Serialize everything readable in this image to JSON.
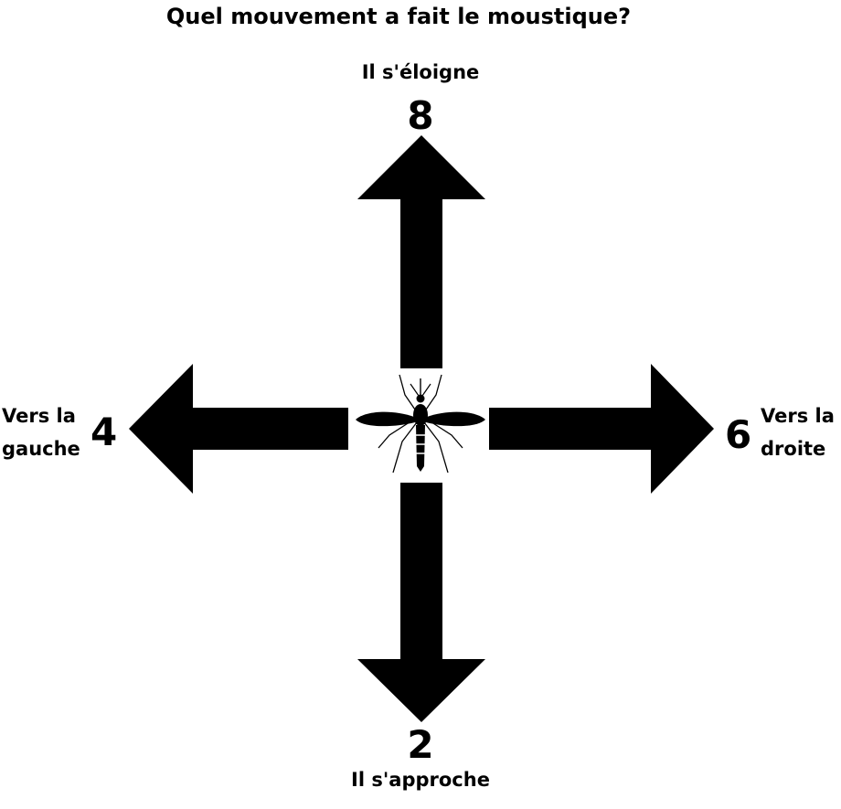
{
  "title": "Quel mouvement a fait le moustique?",
  "directions": {
    "up": {
      "number": "8",
      "label": "Il s'éloigne"
    },
    "down": {
      "number": "2",
      "label": "Il s'approche"
    },
    "left": {
      "number": "4",
      "label_line1": "Vers la",
      "label_line2": "gauche"
    },
    "right": {
      "number": "6",
      "label_line1": "Vers la",
      "label_line2": "droite"
    }
  },
  "icons": {
    "arrow_color": "#000000",
    "center": "mosquito-icon"
  }
}
